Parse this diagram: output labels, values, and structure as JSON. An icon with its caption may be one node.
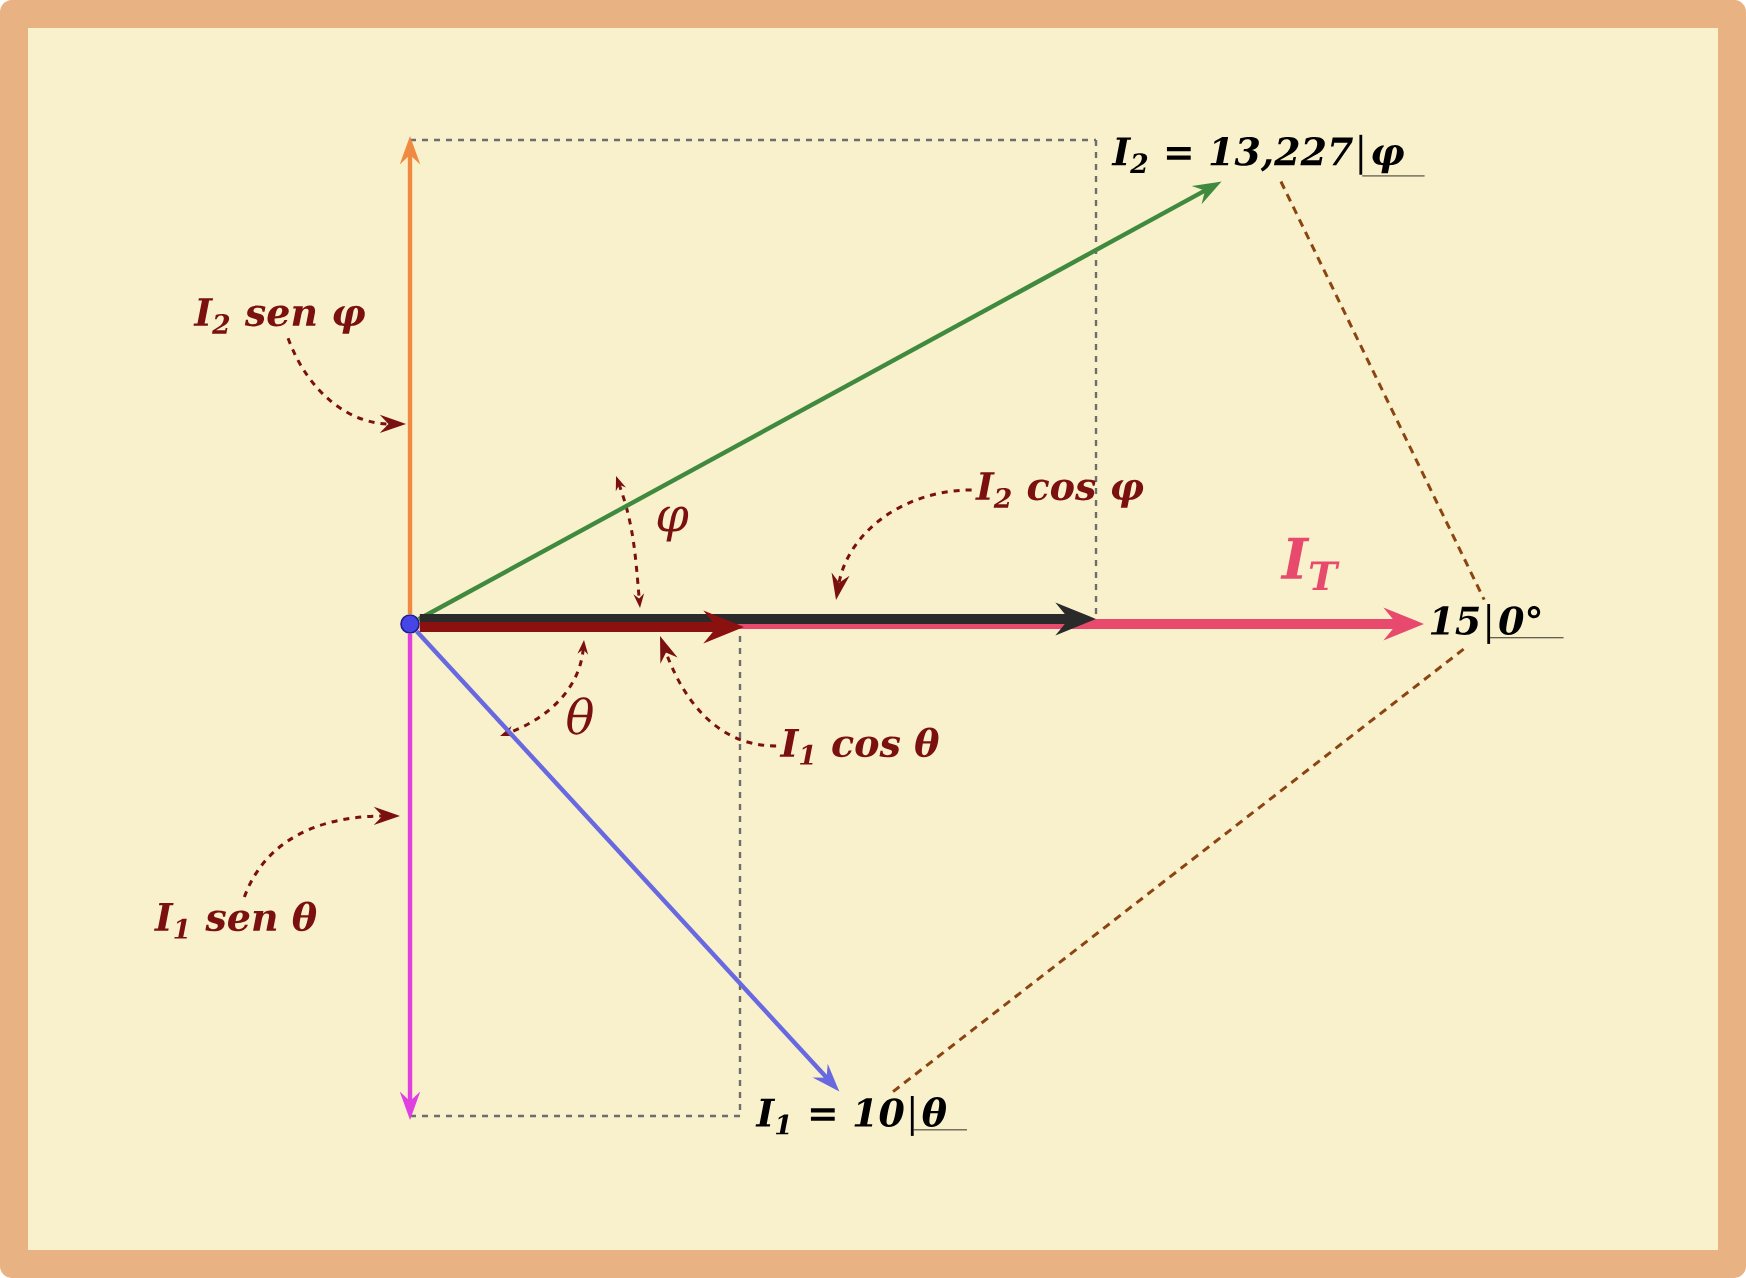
{
  "diagram": {
    "nodes": [
      {
        "text": [],
        "shape": "circle"
      },
      {
        "text": [
          "I$_{2}$ = 13,227",
          "φ"
        ]
      },
      {
        "text": [
          "15",
          "0°"
        ]
      },
      {
        "text": [
          "I$_{1}$ = 10",
          "θ"
        ]
      },
      {
        "text": [
          "I$_{2}$ sen φ"
        ]
      },
      {
        "text": [
          "I$_{2}$ cos φ"
        ]
      },
      {
        "text": [
          "I$_{1}$ cos θ"
        ]
      },
      {
        "text": [
          "I$_{1}$ sen θ"
        ]
      }
    ],
    "edges": [
      {
        "from": 0,
        "to": 2,
        "arrow": "to",
        "label": "I$_{T}$",
        "style": "thick",
        "color": "#e84a6e"
      },
      {
        "from": 0,
        "to": 1,
        "arrow": "to",
        "color": "#3f8a3f"
      },
      {
        "from": 0,
        "to": 3,
        "arrow": "to",
        "color": "#6868e0"
      },
      {
        "from": 0,
        "to": null,
        "arrow": "to",
        "style": "thick",
        "color": "#2a2a2a"
      },
      {
        "from": 0,
        "to": null,
        "arrow": "to",
        "style": "thick",
        "color": "#8b1010"
      },
      {
        "from": 0,
        "to": null,
        "arrow": "to",
        "color": "#f08a40"
      },
      {
        "from": 0,
        "to": null,
        "arrow": "to",
        "color": "#e040e0"
      },
      {
        "from": 1,
        "to": 2,
        "arrow": "none",
        "style": "dashed",
        "color": "#8b4513"
      },
      {
        "from": 3,
        "to": 2,
        "arrow": "none",
        "style": "dashed",
        "color": "#8b4513"
      },
      {
        "from": 4,
        "to": null,
        "arrow": "to",
        "style": "dashed",
        "color": "#7a1010"
      },
      {
        "from": 5,
        "to": null,
        "arrow": "to",
        "style": "dashed",
        "color": "#7a1010"
      },
      {
        "from": 6,
        "to": null,
        "arrow": "to",
        "style": "dashed",
        "color": "#7a1010"
      },
      {
        "from": 7,
        "to": null,
        "arrow": "to",
        "style": "dashed",
        "color": "#7a1010"
      }
    ],
    "labels": [
      "φ",
      "θ"
    ]
  }
}
